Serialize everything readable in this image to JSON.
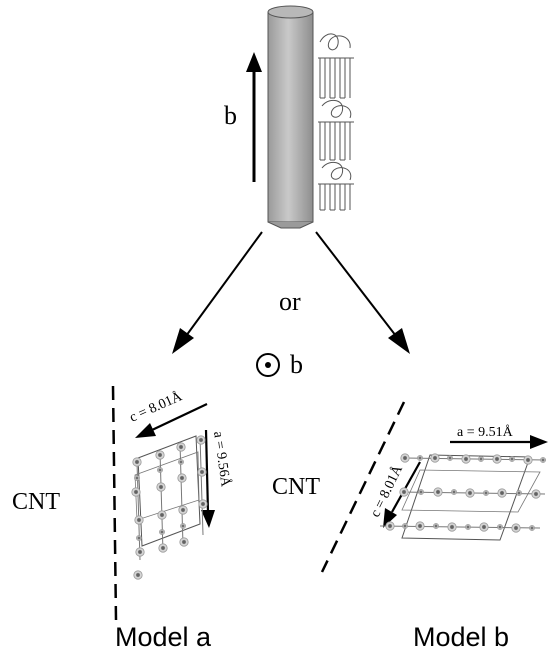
{
  "top": {
    "axis_label": "b",
    "or_label": "or",
    "view_axis_label": "b"
  },
  "model_a": {
    "side_label": "CNT",
    "c_label": "c = 8.01Å",
    "a_label": "a = 9.56Å",
    "title": "Model a"
  },
  "model_b": {
    "side_label": "CNT",
    "a_label": "a = 9.51Å",
    "c_label": "c = 8.01Å",
    "title": "Model b"
  }
}
